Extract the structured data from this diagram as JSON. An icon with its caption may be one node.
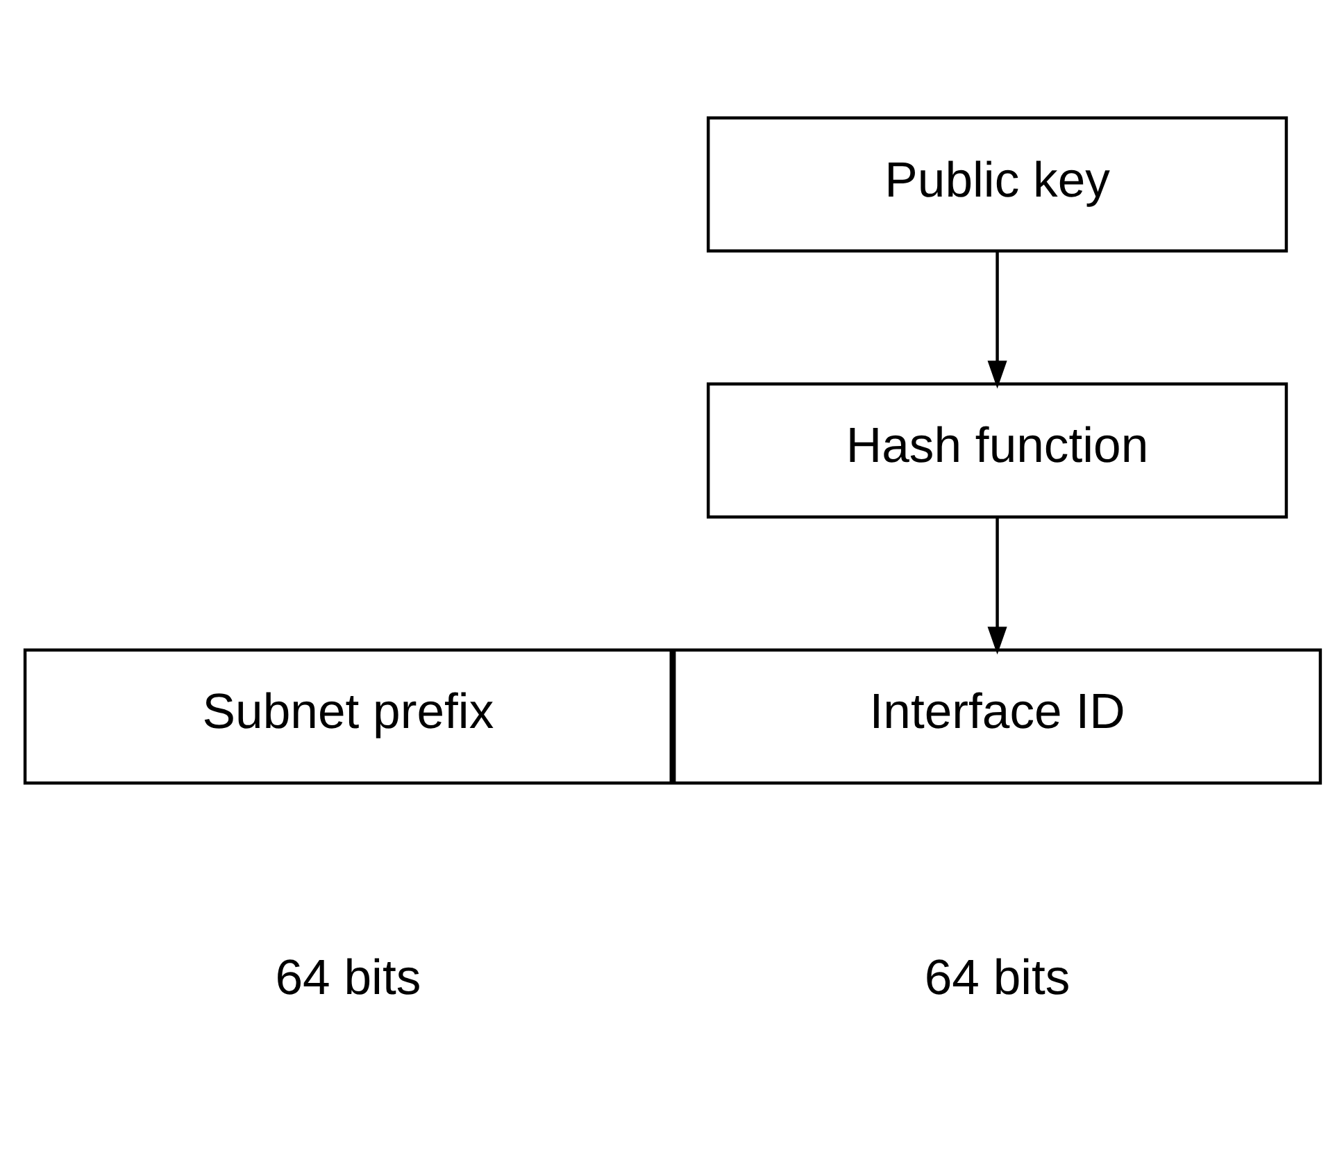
{
  "diagram": {
    "nodes": [
      {
        "text": [
          "Public key"
        ]
      },
      {
        "text": [
          "Hash function"
        ]
      },
      {
        "text": [
          "Subnet prefix"
        ]
      },
      {
        "text": [
          "Interface ID"
        ]
      }
    ],
    "edges": [
      {
        "from": 0,
        "to": 1,
        "arrow": "to"
      },
      {
        "from": 1,
        "to": 3,
        "arrow": "to"
      }
    ],
    "labels": [
      "64 bits",
      "64 bits"
    ]
  }
}
